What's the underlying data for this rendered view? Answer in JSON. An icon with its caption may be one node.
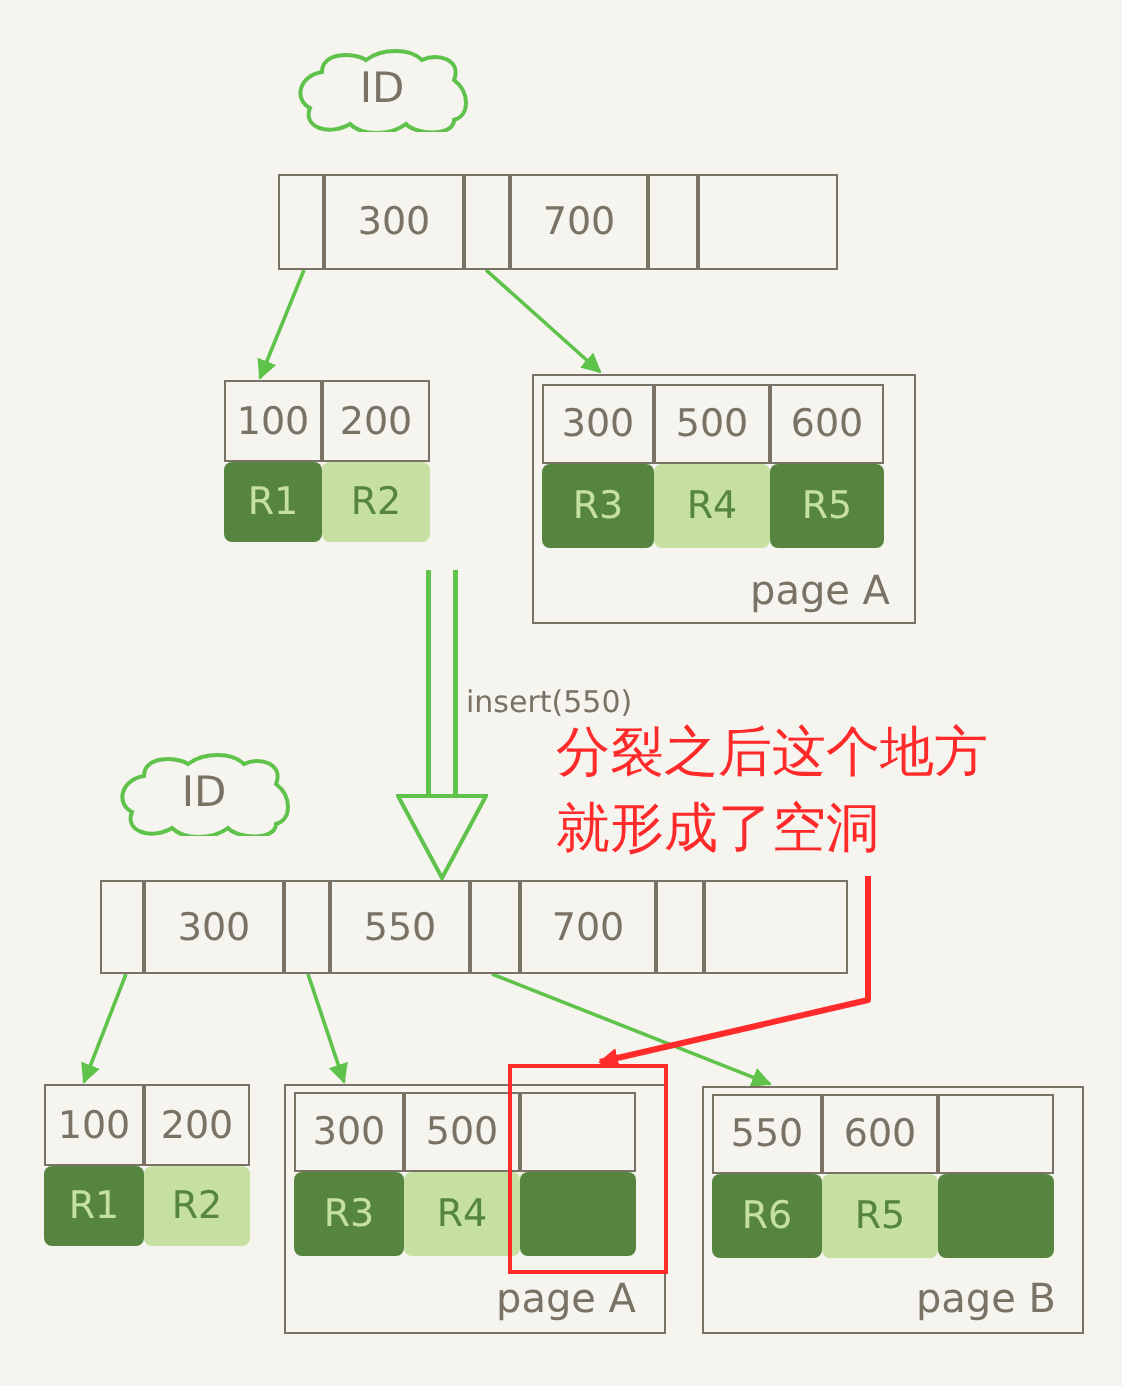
{
  "diagram": {
    "nodes": [
      {
        "text": [
          "ID"
        ]
      },
      {
        "text": [
          "300",
          "700"
        ]
      },
      {
        "text": [
          "100",
          "200",
          "R1",
          "R2"
        ]
      },
      {
        "text": [
          "300",
          "500",
          "600",
          "R3",
          "R4",
          "R5",
          "page A"
        ]
      },
      {
        "text": [
          "ID"
        ]
      },
      {
        "text": [
          "300",
          "550",
          "700"
        ]
      },
      {
        "text": [
          "100",
          "200",
          "R1",
          "R2"
        ]
      },
      {
        "text": [
          "300",
          "500",
          "R3",
          "R4",
          "page A"
        ]
      },
      {
        "text": [
          "550",
          "600",
          "R6",
          "R5",
          "page B"
        ]
      },
      {
        "text": [
          "分裂之后这个地方就形成了空洞"
        ]
      },
      {
        "text": [],
        "shape": "box"
      }
    ],
    "edges": [
      {
        "from": 1,
        "to": 2,
        "arrow": "to"
      },
      {
        "from": 1,
        "to": 3,
        "arrow": "to"
      },
      {
        "from": null,
        "to": 5,
        "arrow": "to",
        "label": "insert(550)",
        "style": "thick"
      },
      {
        "from": 5,
        "to": 6,
        "arrow": "to"
      },
      {
        "from": 5,
        "to": 7,
        "arrow": "to"
      },
      {
        "from": 5,
        "to": 8,
        "arrow": "to"
      },
      {
        "from": 9,
        "to": 10,
        "arrow": "to",
        "color": "#ff2a2a"
      }
    ]
  }
}
